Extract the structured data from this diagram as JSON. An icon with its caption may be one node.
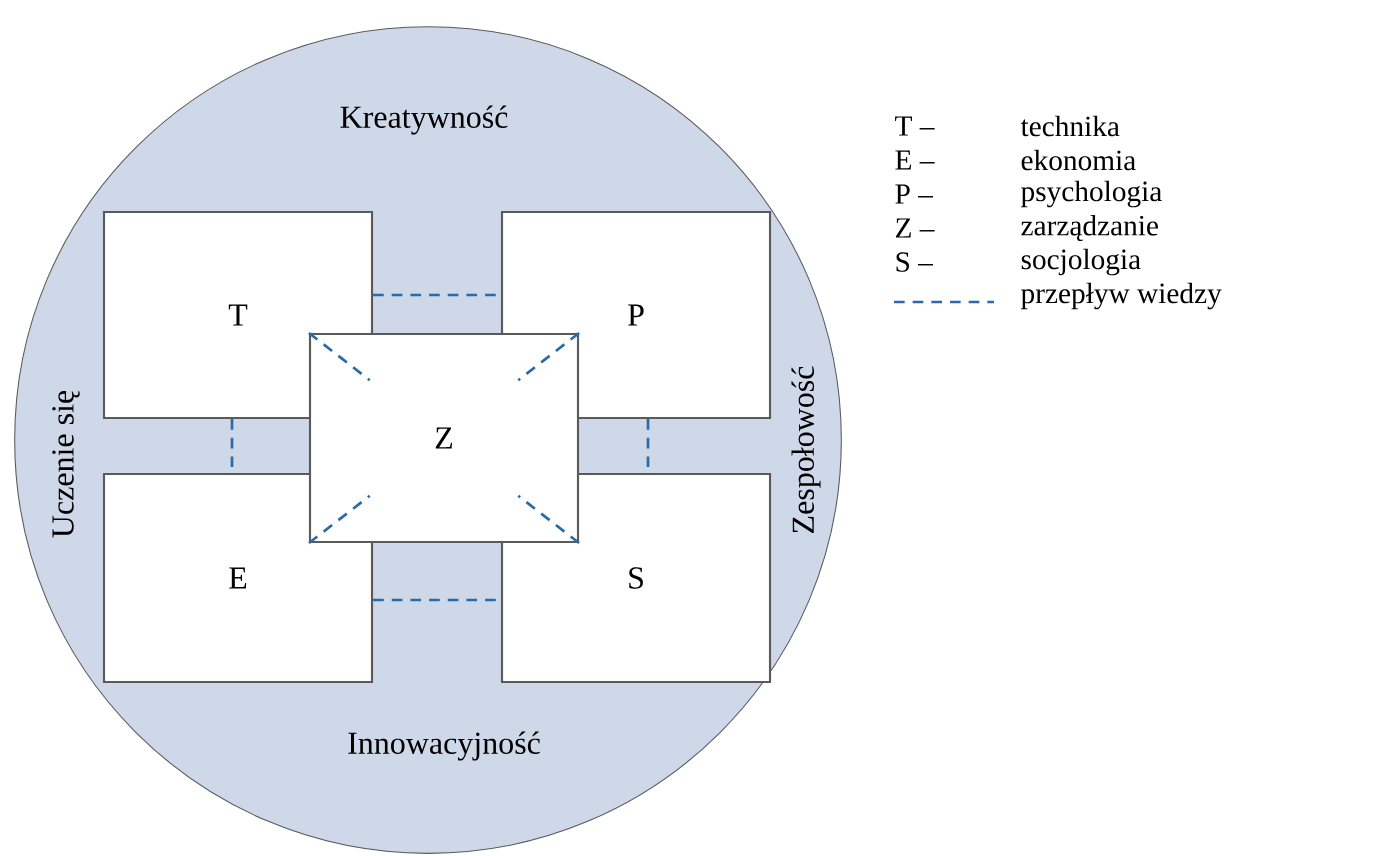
{
  "diagram": {
    "nodes": [
      {
        "text": [
          "Kreatywność",
          "Uczenie się",
          "Zespołowość",
          "Innowacyjność"
        ]
      },
      {
        "text": [
          "T"
        ],
        "in": 0
      },
      {
        "text": [
          "P"
        ],
        "in": 0
      },
      {
        "text": [
          "Z"
        ],
        "in": 0
      },
      {
        "text": [
          "E"
        ],
        "in": 0
      },
      {
        "text": [
          "S"
        ],
        "in": 0
      }
    ],
    "edges": [
      {
        "from": 1,
        "to": 2,
        "arrow": "none",
        "style": "dashed"
      },
      {
        "from": 1,
        "to": 4,
        "arrow": "none",
        "style": "dashed"
      },
      {
        "from": 2,
        "to": 5,
        "arrow": "none",
        "style": "dashed"
      },
      {
        "from": 4,
        "to": 5,
        "arrow": "none",
        "style": "dashed"
      },
      {
        "from": 3,
        "to": 1,
        "arrow": "none",
        "style": "dashed"
      },
      {
        "from": 3,
        "to": 2,
        "arrow": "none",
        "style": "dashed"
      },
      {
        "from": 3,
        "to": 4,
        "arrow": "none",
        "style": "dashed"
      },
      {
        "from": 3,
        "to": 5,
        "arrow": "none",
        "style": "dashed"
      }
    ],
    "labels": [
      "T –",
      "technika",
      "E –",
      "ekonomia",
      "P –",
      "psychologia",
      "Z –",
      "zarządzanie",
      "S –",
      "socjologia"
    ],
    "legend": [
      {
        "text": "przepływ wiedzy"
      }
    ]
  }
}
